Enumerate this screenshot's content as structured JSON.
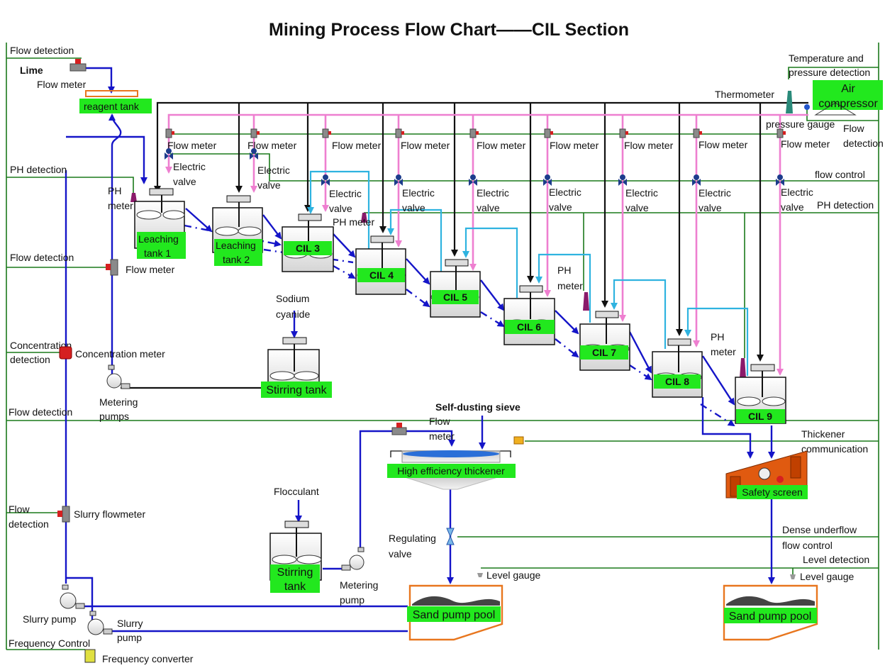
{
  "title": "Mining Process Flow Chart——CIL Section",
  "colors": {
    "signal_line": "#1a7a1a",
    "air_line": "#111111",
    "reagent_line": "#ee7fd0",
    "carbon_line": "#2fb3e0",
    "slurry_line": "#1515c8",
    "label_bg": "#22e81e",
    "thickener_border": "#e8761e",
    "pool_border": "#e8761e"
  },
  "left_signals": {
    "flow_detection_1": "Flow detection",
    "ph_detection": "PH detection",
    "flow_detection_2": "Flow detection",
    "concentration_1": "Concentration",
    "concentration_2": "detection",
    "flow_detection_3": "Flow detection",
    "flow_detection_4a": "Flow",
    "flow_detection_4b": "detection",
    "frequency_control": "Frequency Control"
  },
  "reagent": {
    "lime": "Lime",
    "flow_meter": "Flow meter",
    "tank": "reagent tank"
  },
  "instruments": {
    "ph_meter_1a": "PH",
    "ph_meter_1b": "meter",
    "flow_meter_left": "Flow meter",
    "concentration_meter": "Concentration meter",
    "metering_pumps_a": "Metering",
    "metering_pumps_b": "pumps",
    "ph_meter_cil3": "PH meter",
    "ph_meter_cil7a": "PH",
    "ph_meter_cil7b": "meter",
    "ph_meter_cil9a": "PH",
    "ph_meter_cil9b": "meter",
    "slurry_flowmeter": "Slurry flowmeter",
    "frequency_converter": "Frequency converter"
  },
  "top_right": {
    "temp_pressure_a": "Temperature and",
    "temp_pressure_b": "pressure detection",
    "air_compressor_a": "Air",
    "air_compressor_b": "compressor",
    "thermometer": "Thermometer",
    "pressure_gauge": "pressure gauge",
    "flow_detection_a": "Flow",
    "flow_detection_b": "detection",
    "flow_control": "flow control",
    "ph_detection": "PH detection"
  },
  "flow_meter_labels": [
    "Flow meter",
    "Flow meter",
    "Flow meter",
    "Flow meter",
    "Flow meter",
    "Flow meter",
    "Flow meter",
    "Flow meter",
    "Flow meter"
  ],
  "valve_labels": {
    "line1": [
      "Electric",
      "Electric",
      "Electric",
      "Electric",
      "Electric",
      "Electric",
      "Electric",
      "Electric",
      "Electric"
    ],
    "line2": [
      "valve",
      "valve",
      "valve",
      "valve",
      "valve",
      "valve",
      "valve",
      "valve",
      "valve"
    ]
  },
  "tanks": {
    "leach1a": "Leaching",
    "leach1b": "tank 1",
    "leach2a": "Leaching",
    "leach2b": "tank 2",
    "cil3": "CIL 3",
    "cil4": "CIL 4",
    "cil5": "CIL 5",
    "cil6": "CIL 6",
    "cil7": "CIL 7",
    "cil8": "CIL 8",
    "cil9": "CIL 9"
  },
  "sodium": {
    "line1": "Sodium",
    "line2": "cyanide",
    "tank": "Stirring tank"
  },
  "thickener": {
    "sieve": "Self-dusting sieve",
    "flow_meter_a": "Flow",
    "flow_meter_b": "meter",
    "label": "High efficiency thickener",
    "communication_a": "Thickener",
    "communication_b": "communication",
    "safety_screen": "Safety screen"
  },
  "flocculant": {
    "label": "Flocculant",
    "tank_a": "Stirring",
    "tank_b": "tank",
    "pump_a": "Metering",
    "pump_b": "pump"
  },
  "bottom": {
    "regulating_a": "Regulating",
    "regulating_b": "valve",
    "dense_a": "Dense underflow",
    "dense_b": "flow control",
    "level_detection": "Level detection",
    "level_gauge_1": "Level gauge",
    "level_gauge_2": "Level gauge",
    "pool_1": "Sand pump pool",
    "pool_2": "Sand pump pool",
    "slurry_pump_1": "Slurry pump",
    "slurry_pump_2a": "Slurry",
    "slurry_pump_2b": "pump"
  }
}
